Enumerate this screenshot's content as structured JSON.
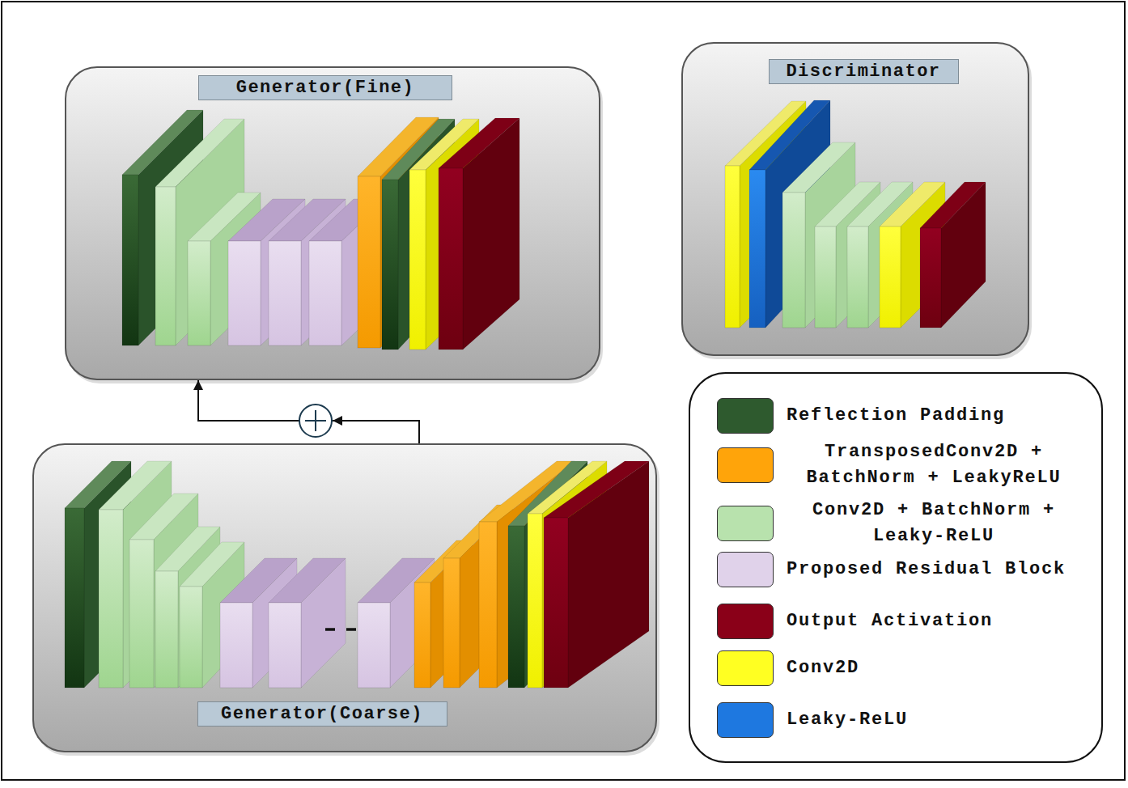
{
  "diagram": {
    "nodes": [
      {
        "text": [
          "Generator(Fine)"
        ]
      },
      {
        "text": [
          "Discriminator"
        ]
      },
      {
        "text": [
          "Generator(Coarse)"
        ]
      }
    ],
    "edges": [
      {
        "from": 2,
        "to": 0,
        "arrow": "to"
      }
    ],
    "legend": [
      {
        "text": "Reflection Padding",
        "color": "#2e5a2e"
      },
      {
        "text": "TransposedConv2D + BatchNorm + LeakyReLU",
        "color": "#ffa40a"
      },
      {
        "text": "Conv2D + BatchNorm + Leaky-ReLU",
        "color": "#b8e2ad"
      },
      {
        "text": "Proposed Residual Block",
        "color": "#e0d2ea"
      },
      {
        "text": "Output Activation",
        "color": "#8a0018"
      },
      {
        "text": "Conv2D",
        "color": "#ffff22"
      },
      {
        "text": "Leaky-ReLU",
        "color": "#1e78e0"
      }
    ]
  }
}
